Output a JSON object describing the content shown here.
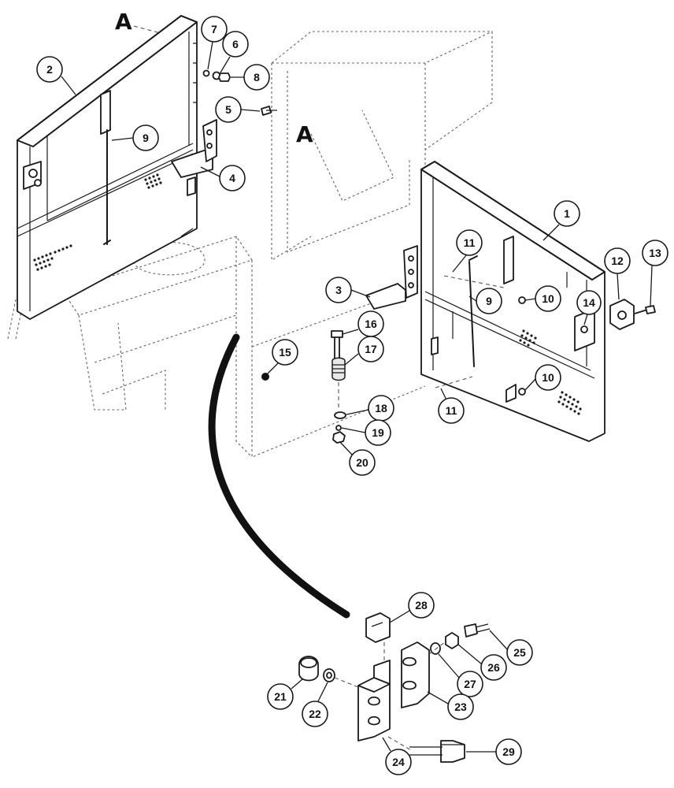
{
  "diagram": {
    "section_markers": [
      "A",
      "A"
    ],
    "callouts": [
      "1",
      "2",
      "3",
      "4",
      "5",
      "6",
      "7",
      "8",
      "9",
      "9",
      "10",
      "10",
      "11",
      "11",
      "12",
      "13",
      "14",
      "15",
      "16",
      "17",
      "18",
      "19",
      "20",
      "21",
      "22",
      "23",
      "24",
      "25",
      "26",
      "27",
      "28",
      "29"
    ]
  },
  "colors": {
    "ink": "#1a1a1a",
    "background": "#ffffff",
    "hidden_line": "#666666"
  }
}
